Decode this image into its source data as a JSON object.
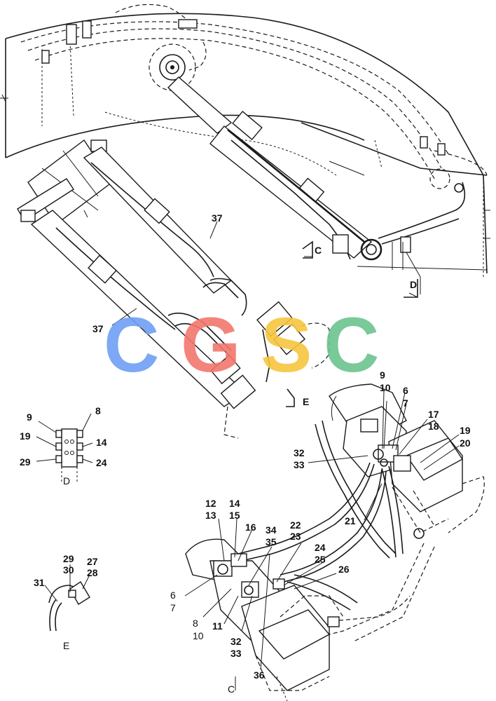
{
  "watermark": {
    "letters": [
      {
        "char": "C",
        "color": "#6f9ff5"
      },
      {
        "char": "G",
        "color": "#f2776d"
      },
      {
        "char": "S",
        "color": "#f7c640"
      },
      {
        "char": "C",
        "color": "#6bc48f"
      }
    ]
  },
  "callouts": {
    "l37a": "37",
    "l37b": "37",
    "viewC_top": "C",
    "viewD_top": "D",
    "viewE_top": "E",
    "l9a": "9",
    "l10a": "10",
    "l6a": "6",
    "l7a": "7",
    "l17": "17",
    "l18": "18",
    "l19a": "19",
    "l20": "20",
    "l32a": "32",
    "l33a": "33",
    "l21": "21",
    "l12": "12",
    "l13": "13",
    "l14a": "14",
    "l15": "15",
    "l16": "16",
    "l34": "34",
    "l35": "35",
    "l22": "22",
    "l23": "23",
    "l24a": "24",
    "l25": "25",
    "l26": "26",
    "l6b": "6",
    "l7b": "7",
    "l8a": "8",
    "l10b": "10",
    "l11": "11",
    "l32b": "32",
    "l33b": "33",
    "l36": "36",
    "viewC_bottom": "C"
  },
  "detailD": {
    "l9": "9",
    "l8": "8",
    "l19": "19",
    "l14": "14",
    "l29": "29",
    "l24": "24",
    "caption": "D"
  },
  "detailE": {
    "l29": "29",
    "l30": "30",
    "l27": "27",
    "l28": "28",
    "l31": "31",
    "caption": "E"
  }
}
